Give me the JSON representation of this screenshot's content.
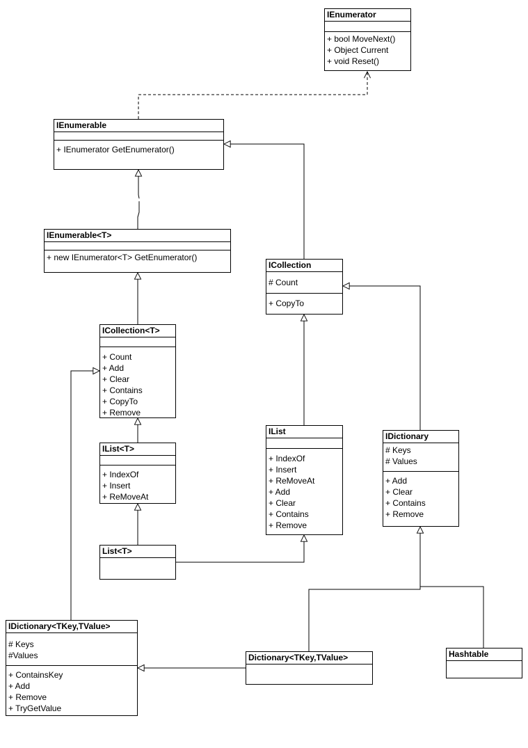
{
  "classes": {
    "ienumerator": {
      "name": "IEnumerator",
      "attrs": [],
      "ops": [
        "+ bool MoveNext()",
        "+ Object Current",
        "+ void Reset()"
      ]
    },
    "ienumerable": {
      "name": "IEnumerable",
      "attrs": [],
      "ops": [
        "+ IEnumerator GetEnumerator()"
      ]
    },
    "ienumerable_t": {
      "name": "IEnumerable<T>",
      "attrs": [],
      "ops": [
        "+ new IEnumerator<T> GetEnumerator()"
      ]
    },
    "icollection": {
      "name": "ICollection",
      "attrs": [
        "# Count"
      ],
      "ops": [
        "+ CopyTo"
      ]
    },
    "icollection_t": {
      "name": "ICollection<T>",
      "attrs": [],
      "ops": [
        "+ Count",
        "+ Add",
        "+ Clear",
        "+ Contains",
        "+ CopyTo",
        "+ Remove"
      ]
    },
    "ilist_t": {
      "name": "IList<T>",
      "attrs": [],
      "ops": [
        "+ IndexOf",
        "+ Insert",
        "+ ReMoveAt"
      ]
    },
    "ilist": {
      "name": "IList",
      "attrs": [],
      "ops": [
        "+ IndexOf",
        "+ Insert",
        "+ ReMoveAt",
        "+ Add",
        "+ Clear",
        "+ Contains",
        "+ Remove"
      ]
    },
    "idictionary": {
      "name": "IDictionary",
      "attrs": [
        "# Keys",
        "# Values"
      ],
      "ops": [
        "+ Add",
        "+ Clear",
        "+ Contains",
        "+ Remove"
      ]
    },
    "list_t": {
      "name": "List<T>",
      "attrs": [],
      "ops": []
    },
    "idictionary_t": {
      "name": "IDictionary<TKey,TValue>",
      "attrs": [
        "# Keys",
        "#Values"
      ],
      "ops": [
        "+ ContainsKey",
        "+ Add",
        "+ Remove",
        "+ TryGetValue"
      ]
    },
    "dictionary_t": {
      "name": "Dictionary<TKey,TValue>",
      "attrs": [],
      "ops": []
    },
    "hashtable": {
      "name": "Hashtable",
      "attrs": [],
      "ops": []
    }
  },
  "relations": [
    {
      "from": "ienumerable",
      "to": "ienumerator",
      "kind": "dependency"
    },
    {
      "from": "ienumerable_t",
      "to": "ienumerable",
      "kind": "generalization"
    },
    {
      "from": "icollection",
      "to": "ienumerable",
      "kind": "generalization"
    },
    {
      "from": "icollection_t",
      "to": "ienumerable_t",
      "kind": "generalization"
    },
    {
      "from": "ilist_t",
      "to": "icollection_t",
      "kind": "generalization"
    },
    {
      "from": "list_t",
      "to": "ilist_t",
      "kind": "generalization"
    },
    {
      "from": "list_t",
      "to": "ilist",
      "kind": "generalization"
    },
    {
      "from": "ilist",
      "to": "icollection",
      "kind": "generalization"
    },
    {
      "from": "idictionary",
      "to": "icollection",
      "kind": "generalization"
    },
    {
      "from": "idictionary_t",
      "to": "icollection_t",
      "kind": "generalization"
    },
    {
      "from": "dictionary_t",
      "to": "idictionary_t",
      "kind": "generalization"
    },
    {
      "from": "dictionary_t",
      "to": "idictionary",
      "kind": "generalization"
    },
    {
      "from": "hashtable",
      "to": "idictionary",
      "kind": "generalization"
    }
  ]
}
